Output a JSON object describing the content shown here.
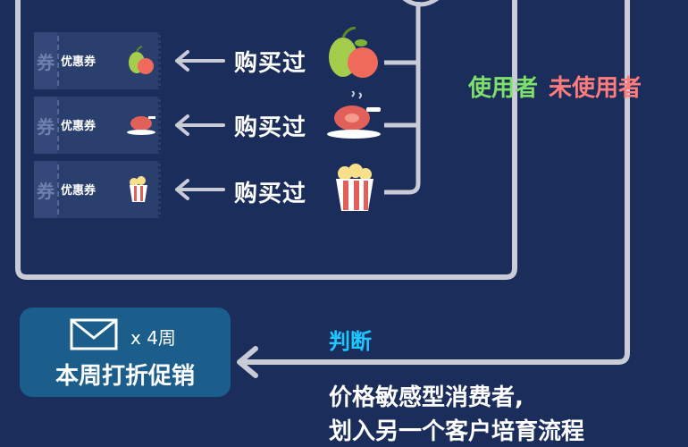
{
  "coupons": [
    {
      "label": "优惠券",
      "stub": "券",
      "product_icon": "fruit-icon"
    },
    {
      "label": "优惠券",
      "stub": "券",
      "product_icon": "meat-icon"
    },
    {
      "label": "优惠券",
      "stub": "券",
      "product_icon": "popcorn-icon"
    }
  ],
  "purchases": [
    {
      "label": "购买过",
      "icon": "fruit-icon"
    },
    {
      "label": "购买过",
      "icon": "meat-icon"
    },
    {
      "label": "购买过",
      "icon": "popcorn-icon"
    }
  ],
  "usage": {
    "used": "使用者",
    "unused": "未使用者",
    "used_color": "#7ee06a",
    "unused_color": "#ff7c7c"
  },
  "promo": {
    "frequency": "x 4周",
    "title": "本周打折促销",
    "icon": "mail-icon",
    "bg_color": "#1b5e8c"
  },
  "decision": {
    "label": "判断",
    "color": "#1ec6ff"
  },
  "result": {
    "line1": "价格敏感型消费者,",
    "line2": "划入另一个客户培育流程"
  },
  "colors": {
    "background": "#1b2d5b",
    "connector": "#c9ccd6"
  }
}
